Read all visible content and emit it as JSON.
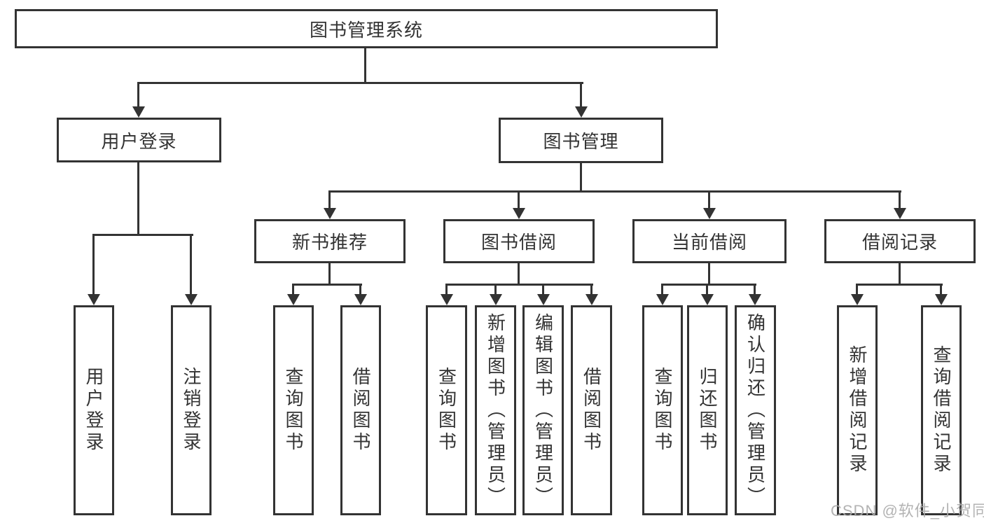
{
  "nodes": {
    "root": "图书管理系统",
    "user_login": "用户登录",
    "book_management": "图书管理",
    "new_book_recommend": "新书推荐",
    "book_borrowing": "图书借阅",
    "current_borrowing": "当前借阅",
    "borrowing_records": "借阅记录",
    "leaf_user_login": "用户登录",
    "leaf_logout": "注销登录",
    "leaf_query_books_1": "查询图书",
    "leaf_borrow_books_1": "借阅图书",
    "leaf_query_books_2": "查询图书",
    "leaf_add_books_admin": "新增图书（管理员）",
    "leaf_edit_books_admin": "编辑图书（管理员）",
    "leaf_borrow_books_2": "借阅图书",
    "leaf_query_books_3": "查询图书",
    "leaf_return_books": "归还图书",
    "leaf_confirm_return_admin": "确认归还（管理员）",
    "leaf_add_borrow_record": "新增借阅记录",
    "leaf_query_borrow_record": "查询借阅记录"
  },
  "watermark": {
    "text": "CSDN @软件_小贺同学"
  },
  "colors": {
    "line": "#333333",
    "text": "#333333",
    "background": "#ffffff",
    "watermark": "#ababab"
  }
}
